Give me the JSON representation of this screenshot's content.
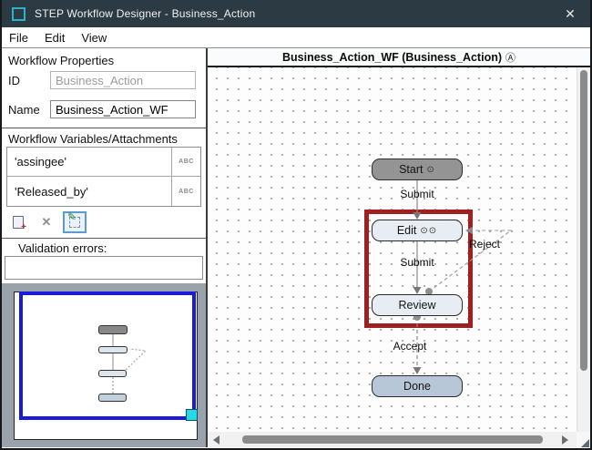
{
  "window": {
    "title": "STEP Workflow Designer - Business_Action",
    "close_glyph": "✕"
  },
  "menu": {
    "items": [
      {
        "label": "File"
      },
      {
        "label": "Edit"
      },
      {
        "label": "View"
      }
    ]
  },
  "properties": {
    "header": "Workflow Properties",
    "id_label": "ID",
    "id_value": "Business_Action",
    "name_label": "Name",
    "name_value": "Business_Action_WF"
  },
  "variables": {
    "header": "Workflow Variables/Attachments",
    "rows": [
      {
        "name": "'assingee'",
        "type": "ABC"
      },
      {
        "name": "'Released_by'",
        "type": "ABC"
      }
    ],
    "toolbar": {
      "plus_glyph": "+",
      "delete_glyph": "✕",
      "pencil_glyph": "✎"
    }
  },
  "validation": {
    "label": "Validation errors:",
    "value": ""
  },
  "canvas": {
    "title": "Business_Action_WF (Business_Action)",
    "title_icon": "Ⓐ",
    "nodes": [
      {
        "label": "Start",
        "icons": "⊙"
      },
      {
        "label": "Edit",
        "icons": "⊙⊙"
      },
      {
        "label": "Review",
        "icons": ""
      },
      {
        "label": "Done",
        "icons": ""
      }
    ],
    "edges": [
      {
        "label": "Submit"
      },
      {
        "label": "Submit"
      },
      {
        "label": "Accept"
      },
      {
        "label": "Reject"
      }
    ]
  },
  "colors": {
    "titlebar": "#2b3a43",
    "accent_teal": "#2ab3c8",
    "selection_red": "#9e2020",
    "viewport_blue": "#1a1ad9",
    "handle_cyan": "#26d8e8",
    "node_gray": "#949494",
    "node_light": "#e7edf3",
    "node_done": "#b7c7d7"
  }
}
